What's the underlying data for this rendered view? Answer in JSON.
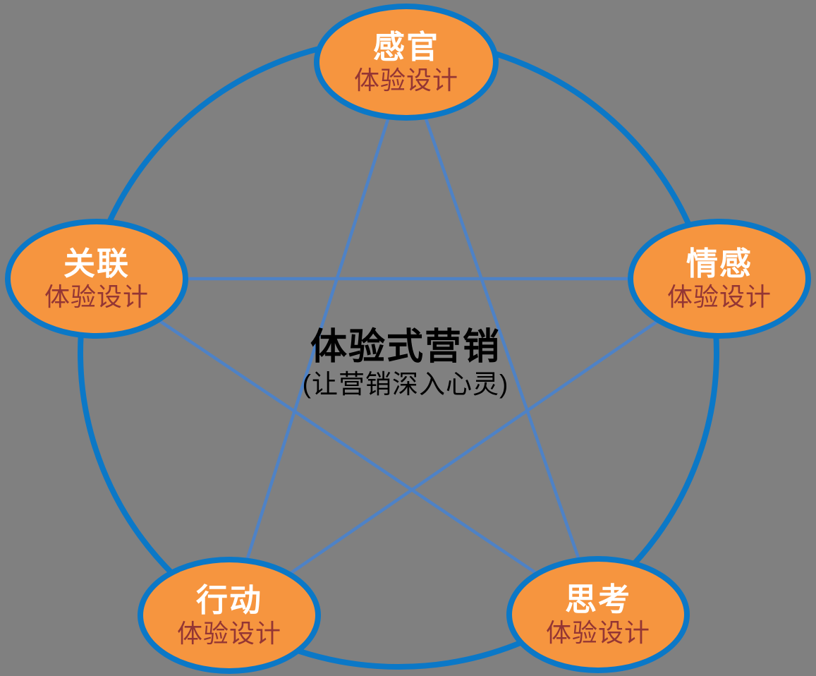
{
  "diagram": {
    "center": {
      "title": "体验式营销",
      "subtitle": "(让营销深入心灵)"
    },
    "nodes": [
      {
        "id": "sense",
        "title": "感官",
        "subtitle": "体验设计"
      },
      {
        "id": "feel",
        "title": "情感",
        "subtitle": "体验设计"
      },
      {
        "id": "think",
        "title": "思考",
        "subtitle": "体验设计"
      },
      {
        "id": "act",
        "title": "行动",
        "subtitle": "体验设计"
      },
      {
        "id": "relate",
        "title": "关联",
        "subtitle": "体验设计"
      }
    ],
    "colors": {
      "background": "#808080",
      "node_fill": "#F6953F",
      "node_border": "#0B78C7",
      "ring": "#0B78C7",
      "star_line": "#4E82C6",
      "node_title": "#FFFFFF",
      "node_subtitle": "#943634",
      "center_text": "#000000"
    }
  }
}
